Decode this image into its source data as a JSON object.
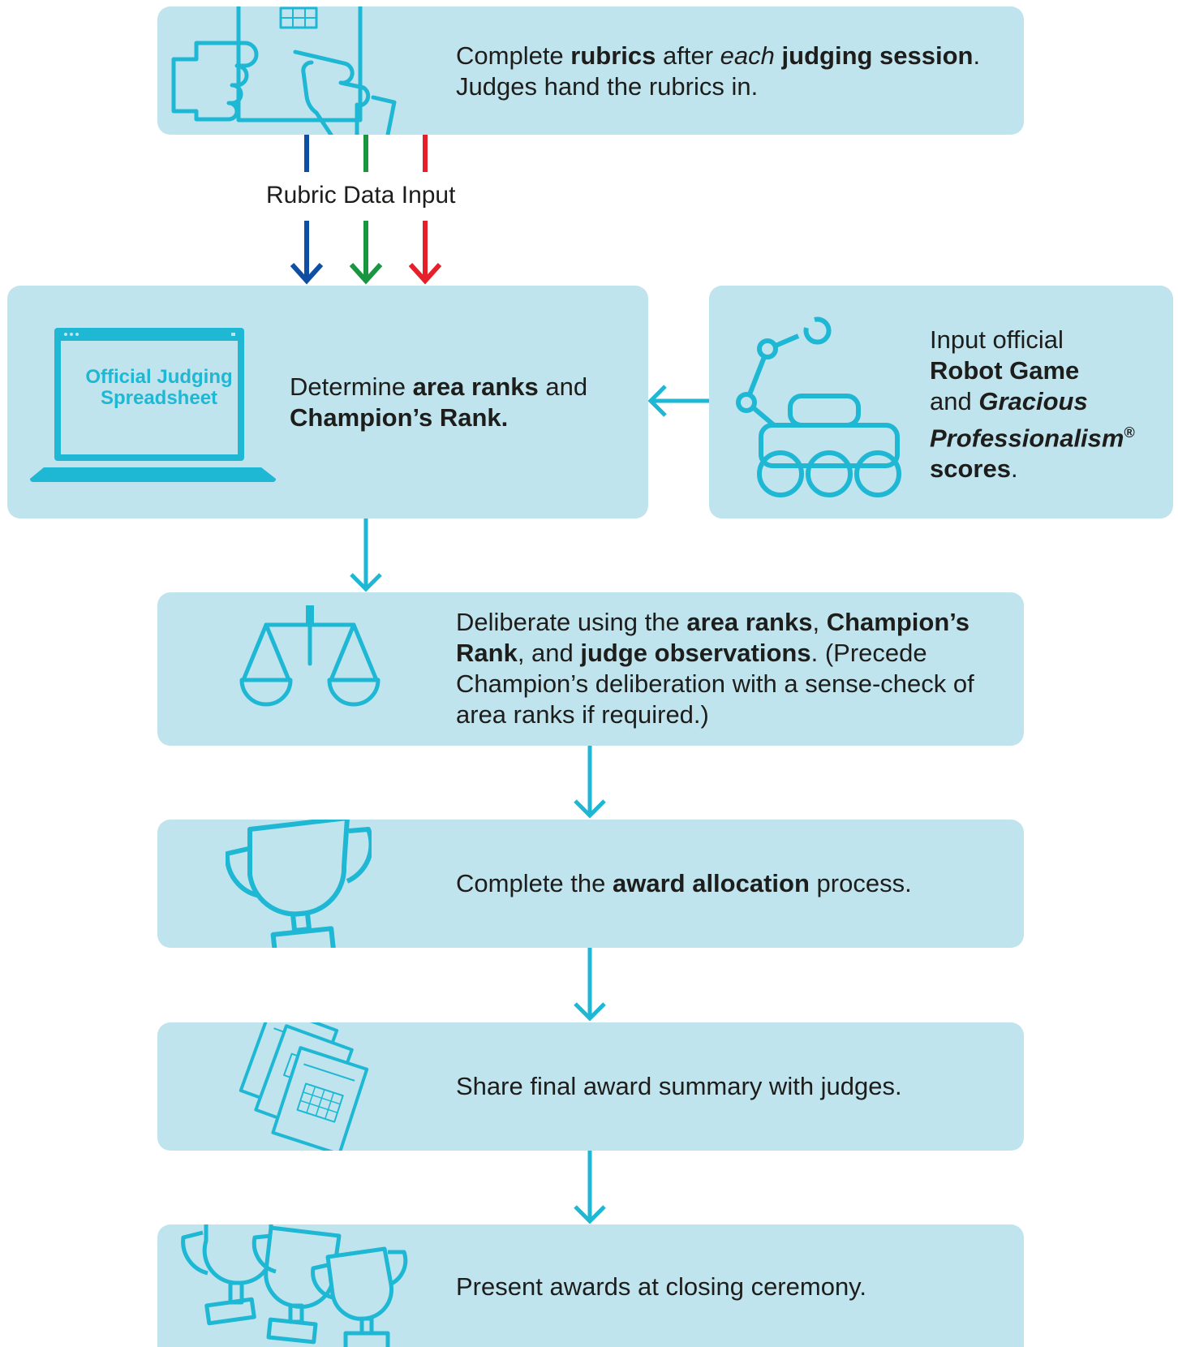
{
  "steps": {
    "rubrics": {
      "t1": "Complete ",
      "b1": "rubrics",
      "t2": " after ",
      "i1": "each",
      "t3": " ",
      "b2": "judging session",
      "t4": ".",
      "line2": "Judges hand the rubrics in."
    },
    "rubric_input_label": "Rubric Data Input",
    "ranks": {
      "screen_line1": "Official Judging",
      "screen_line2": "Spreadsheet",
      "t1": "Determine ",
      "b1": "area ranks",
      "t2": " and",
      "b2": "Champion’s Rank."
    },
    "robot": {
      "line1": "Input official",
      "b1": "Robot Game",
      "t2": "and ",
      "bi1": "Gracious",
      "bi2": "Professionalism",
      "reg": "®",
      "b3": "scores",
      "t3": "."
    },
    "deliberate": {
      "t1": "Deliberate using the ",
      "b1": "area ranks",
      "t2": ", ",
      "b2": "Champion’s",
      "b3": "Rank",
      "t3": ", and ",
      "b4": "judge observations",
      "t4": ". (Precede",
      "line3": "Champion’s deliberation with a sense-check of",
      "line4": "area ranks if required.)"
    },
    "award": {
      "t1": "Complete the ",
      "b1": "award allocation",
      "t2": " process."
    },
    "share": {
      "text": "Share final award summary with judges."
    },
    "present": {
      "text": "Present awards at closing ceremony."
    }
  },
  "colors": {
    "box_fill": "#c0e4ee",
    "accent": "#1eb7d4",
    "arrow_blue": "#0f4fa3",
    "arrow_green": "#1a9640",
    "arrow_red": "#e6202a"
  },
  "icons": [
    "rubric-clipboard-icon",
    "laptop-icon",
    "robot-icon",
    "scales-icon",
    "trophy-icon",
    "documents-icon",
    "trophies-icon"
  ]
}
